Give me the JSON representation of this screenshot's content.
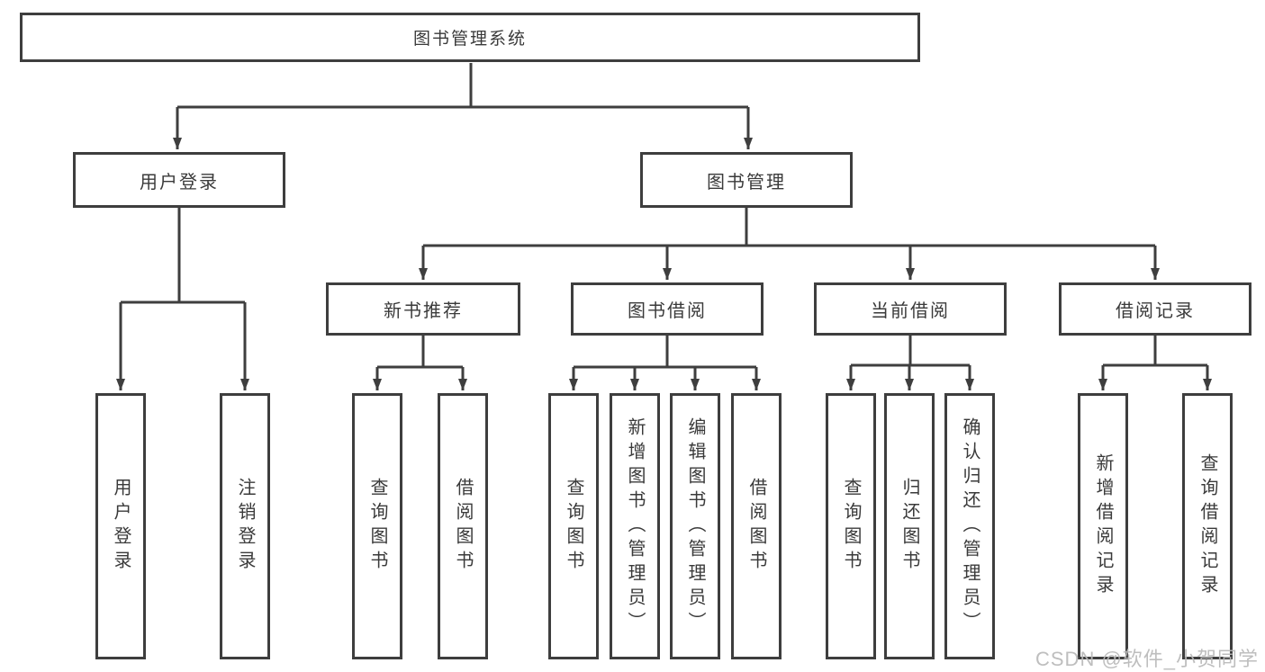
{
  "tree": {
    "label": "图书管理系统",
    "children": [
      {
        "label": "用户登录",
        "children": [
          {
            "label": "用户登录"
          },
          {
            "label": "注销登录"
          }
        ]
      },
      {
        "label": "图书管理",
        "children": [
          {
            "label": "新书推荐",
            "children": [
              {
                "label": "查询图书"
              },
              {
                "label": "借阅图书"
              }
            ]
          },
          {
            "label": "图书借阅",
            "children": [
              {
                "label": "查询图书"
              },
              {
                "label": "新增图书（管理员）"
              },
              {
                "label": "编辑图书（管理员）"
              },
              {
                "label": "借阅图书"
              }
            ]
          },
          {
            "label": "当前借阅",
            "children": [
              {
                "label": "查询图书"
              },
              {
                "label": "归还图书"
              },
              {
                "label": "确认归还（管理员）"
              }
            ]
          },
          {
            "label": "借阅记录",
            "children": [
              {
                "label": "新增借阅记录"
              },
              {
                "label": "查询借阅记录"
              }
            ]
          }
        ]
      }
    ]
  },
  "watermark": {
    "text": "CSDN @软件_小贺同学"
  },
  "colors": {
    "line": "#3e3e3e",
    "text": "#3a3a3a",
    "background": "#ffffff",
    "watermark": "#b9b9b9"
  }
}
